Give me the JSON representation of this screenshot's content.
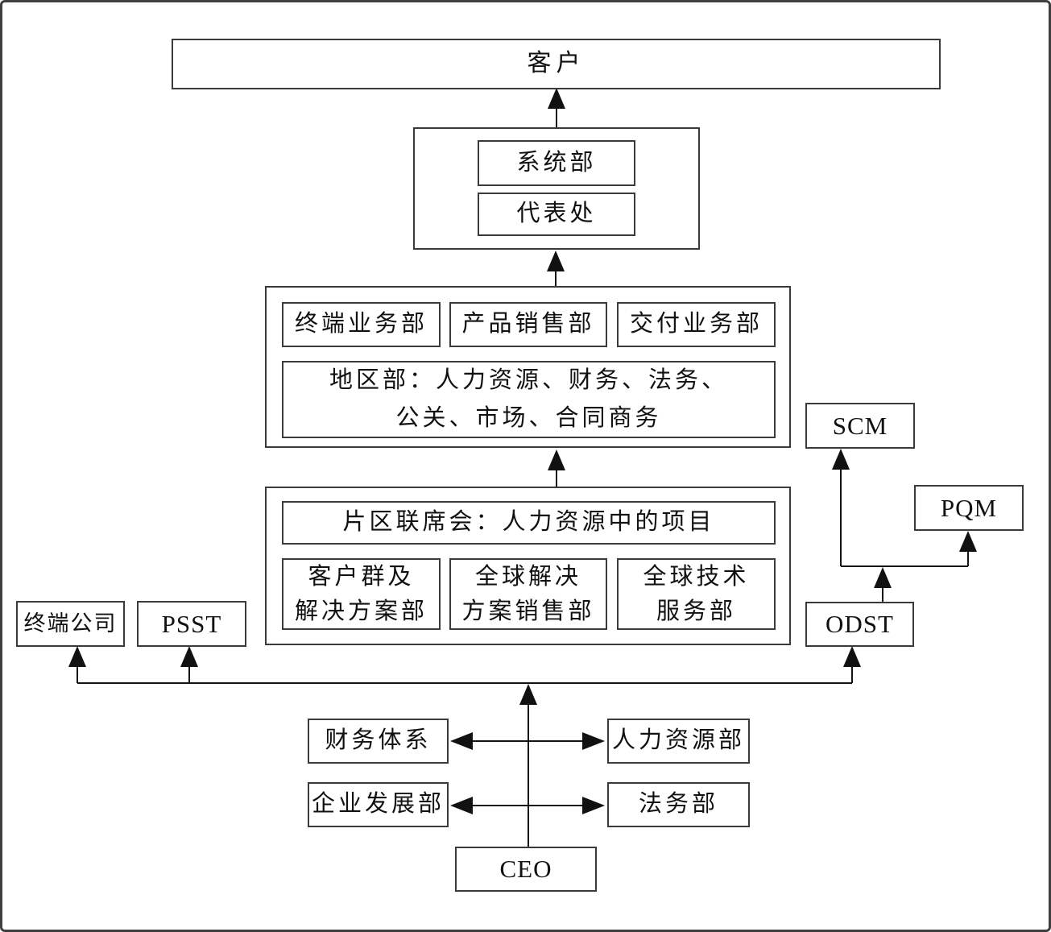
{
  "figure": {
    "type": "organization-structure-diagram",
    "colors": {
      "line": "#141414",
      "box_border": "#3a3a3a",
      "background": "#ffffff",
      "arrow_fill": "#111111"
    },
    "top": {
      "customer": "客户"
    },
    "office_group": {
      "system_dept": "系统部",
      "rep_office": "代表处"
    },
    "region_group": {
      "terminal_business": "终端业务部",
      "product_sales": "产品销售部",
      "delivery_business": "交付业务部",
      "regional_line1": "地区部：人力资源、财务、法务、",
      "regional_line2": "公关、市场、合同商务"
    },
    "area_group": {
      "committee": "片区联席会：人力资源中的项目",
      "customer_group_l1": "客户群及",
      "customer_group_l2": "解决方案部",
      "global_solution_l1": "全球解决",
      "global_solution_l2": "方案销售部",
      "global_tech_l1": "全球技术",
      "global_tech_l2": "服务部"
    },
    "side_units": {
      "scm": "SCM",
      "pqm": "PQM",
      "odst": "ODST",
      "terminal_company": "终端公司",
      "psst": "PSST"
    },
    "hq_units": {
      "finance_system": "财务体系",
      "hr_dept": "人力资源部",
      "enterprise_dev": "企业发展部",
      "legal_dept": "法务部",
      "ceo": "CEO"
    }
  }
}
